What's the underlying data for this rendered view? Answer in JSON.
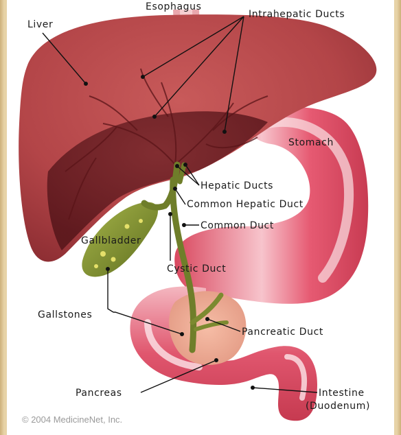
{
  "labels": {
    "esophagus": "Esophagus",
    "liver": "Liver",
    "intrahepatic_ducts": "Intrahepatic Ducts",
    "stomach": "Stomach",
    "hepatic_ducts": "Hepatic Ducts",
    "common_hepatic_duct": "Common Hepatic Duct",
    "common_duct": "Common Duct",
    "gallbladder": "Gallbladder",
    "cystic_duct": "Cystic Duct",
    "gallstones": "Gallstones",
    "pancreatic_duct": "Pancreatic Duct",
    "pancreas": "Pancreas",
    "intestine": "Intestine",
    "duodenum": "(Duodenum)"
  },
  "copyright": "© 2004 MedicineNet, Inc.",
  "colors": {
    "liver": "#b5484b",
    "liver_dark": "#6e1e24",
    "stomach": "#e0566e",
    "pancreas": "#eeaa94",
    "gallbladder": "#8a9a3a"
  }
}
